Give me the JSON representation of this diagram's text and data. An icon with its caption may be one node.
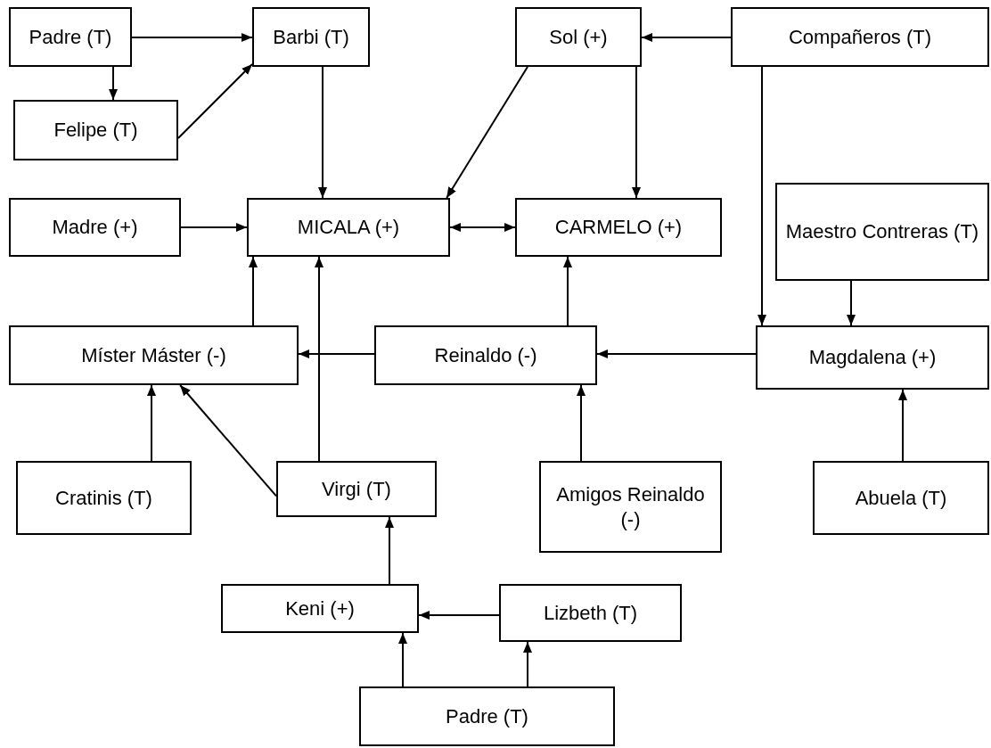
{
  "diagram": {
    "nodes": [
      {
        "text": [
          "Padre (T)"
        ]
      },
      {
        "text": [
          "Barbi (T)"
        ]
      },
      {
        "text": [
          "Felipe (T)"
        ]
      },
      {
        "text": [
          "Sol (+)"
        ]
      },
      {
        "text": [
          "Compañeros (T)"
        ]
      },
      {
        "text": [
          "Madre (+)"
        ]
      },
      {
        "text": [
          "MICALA (+)"
        ]
      },
      {
        "text": [
          "CARMELO (+)"
        ]
      },
      {
        "text": [
          "Maestro Contreras (T)"
        ]
      },
      {
        "text": [
          "Míster Máster (-)"
        ]
      },
      {
        "text": [
          "Reinaldo (-)"
        ]
      },
      {
        "text": [
          "Magdalena (+)"
        ]
      },
      {
        "text": [
          "Cratinis (T)"
        ]
      },
      {
        "text": [
          "Virgi (T)"
        ]
      },
      {
        "text": [
          "Amigos Reinaldo (-)"
        ]
      },
      {
        "text": [
          "Abuela (T)"
        ]
      },
      {
        "text": [
          "Keni (+)"
        ]
      },
      {
        "text": [
          "Lizbeth (T)"
        ]
      },
      {
        "text": [
          "Padre (T)"
        ]
      }
    ],
    "edges": [
      {
        "from": 0,
        "to": 1,
        "arrow": "to"
      },
      {
        "from": 0,
        "to": 2,
        "arrow": "to"
      },
      {
        "from": 2,
        "to": 1,
        "arrow": "to"
      },
      {
        "from": 1,
        "to": 6,
        "arrow": "to"
      },
      {
        "from": 3,
        "to": 6,
        "arrow": "to"
      },
      {
        "from": 3,
        "to": 7,
        "arrow": "to"
      },
      {
        "from": 4,
        "to": 3,
        "arrow": "to"
      },
      {
        "from": 4,
        "to": 11,
        "arrow": "to"
      },
      {
        "from": 5,
        "to": 6,
        "arrow": "to"
      },
      {
        "from": 6,
        "to": 7,
        "arrow": "both"
      },
      {
        "from": 8,
        "to": 11,
        "arrow": "to"
      },
      {
        "from": 9,
        "to": 6,
        "arrow": "to"
      },
      {
        "from": 10,
        "to": 9,
        "arrow": "to"
      },
      {
        "from": 10,
        "to": 7,
        "arrow": "to"
      },
      {
        "from": 11,
        "to": 10,
        "arrow": "to"
      },
      {
        "from": 12,
        "to": 9,
        "arrow": "to"
      },
      {
        "from": 13,
        "to": 9,
        "arrow": "to"
      },
      {
        "from": 13,
        "to": 6,
        "arrow": "to"
      },
      {
        "from": 14,
        "to": 10,
        "arrow": "to"
      },
      {
        "from": 15,
        "to": 11,
        "arrow": "to"
      },
      {
        "from": 16,
        "to": 13,
        "arrow": "to"
      },
      {
        "from": 17,
        "to": 16,
        "arrow": "to"
      },
      {
        "from": 18,
        "to": 16,
        "arrow": "to"
      },
      {
        "from": 18,
        "to": 17,
        "arrow": "to"
      }
    ]
  }
}
